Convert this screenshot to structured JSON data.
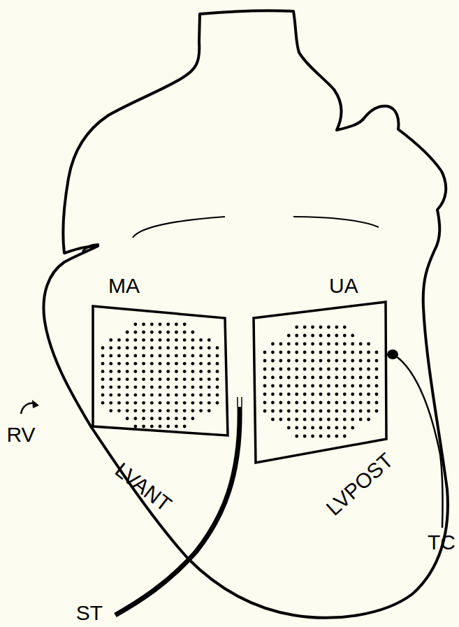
{
  "diagram": {
    "nodes": [
      {
        "text": [
          "MA"
        ]
      },
      {
        "text": [
          "UA"
        ]
      }
    ],
    "labels": [
      "RV",
      "LVANT",
      "LVPOST",
      "ST",
      "TC"
    ]
  }
}
